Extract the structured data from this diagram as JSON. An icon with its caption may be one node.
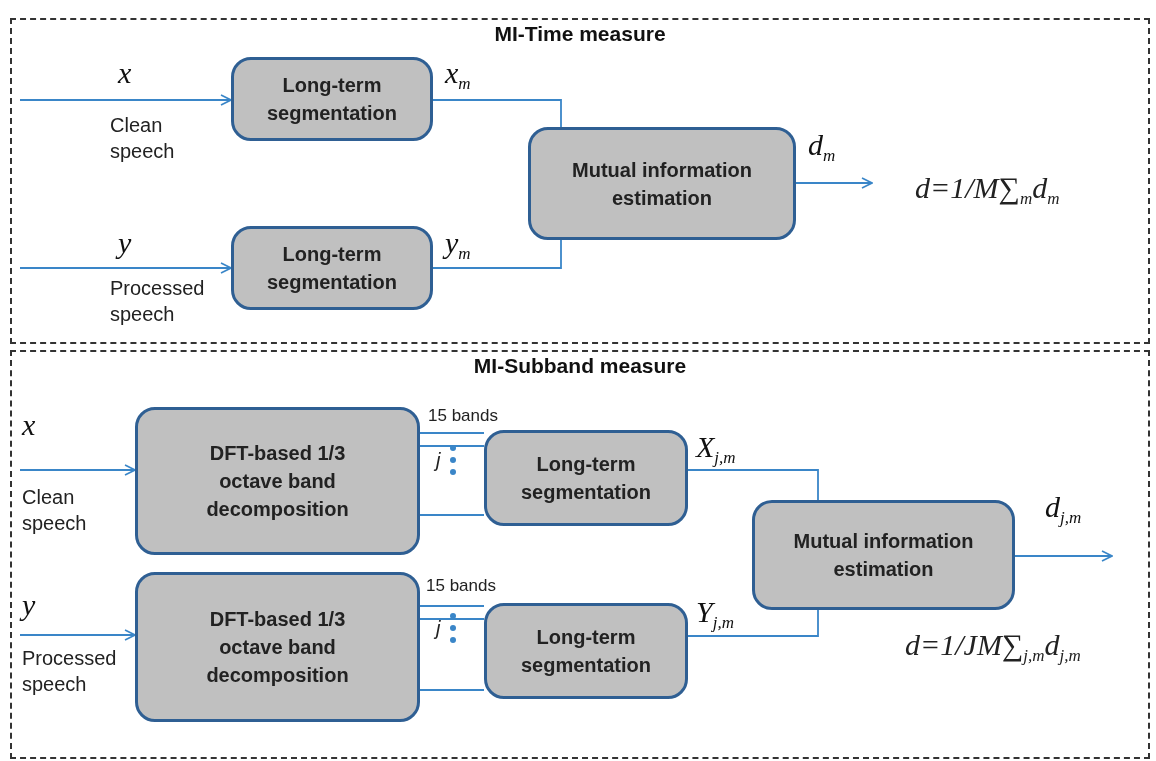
{
  "diagram": {
    "nodes": [
      {
        "text": [
          "MI-Time measure"
        ]
      },
      {
        "text": [
          "Long-term segmentation"
        ],
        "in": 0
      },
      {
        "text": [
          "Long-term segmentation"
        ],
        "in": 0
      },
      {
        "text": [
          "Mutual information estimation"
        ],
        "in": 0
      },
      {
        "text": [
          "MI-Subband measure"
        ]
      },
      {
        "text": [
          "DFT-based 1/3 octave band decomposition"
        ],
        "in": 4
      },
      {
        "text": [
          "Long-term segmentation"
        ],
        "in": 4
      },
      {
        "text": [
          "DFT-based 1/3 octave band decomposition"
        ],
        "in": 4
      },
      {
        "text": [
          "Long-term segmentation"
        ],
        "in": 4
      },
      {
        "text": [
          "Mutual information estimation"
        ],
        "in": 4
      }
    ],
    "edges": [
      {
        "from": null,
        "to": 1,
        "arrow": "to",
        "label": "x"
      },
      {
        "from": null,
        "to": 2,
        "arrow": "to",
        "label": "y"
      },
      {
        "from": 1,
        "to": 3,
        "arrow": "none",
        "label": "x$_{m}$"
      },
      {
        "from": 2,
        "to": 3,
        "arrow": "none",
        "label": "y$_{m}$"
      },
      {
        "from": 3,
        "to": null,
        "arrow": "to",
        "label": "d$_{m}$"
      },
      {
        "from": null,
        "to": 5,
        "arrow": "to",
        "label": "x"
      },
      {
        "from": null,
        "to": 7,
        "arrow": "to",
        "label": "y"
      },
      {
        "from": 5,
        "to": 6,
        "arrow": "none"
      },
      {
        "from": 5,
        "to": 6,
        "arrow": "none"
      },
      {
        "from": 5,
        "to": 6,
        "arrow": "none"
      },
      {
        "from": 7,
        "to": 8,
        "arrow": "none"
      },
      {
        "from": 7,
        "to": 8,
        "arrow": "none"
      },
      {
        "from": 7,
        "to": 8,
        "arrow": "none"
      },
      {
        "from": 6,
        "to": 9,
        "arrow": "none",
        "label": "X$_{j,m}$"
      },
      {
        "from": 8,
        "to": 9,
        "arrow": "none",
        "label": "Y$_{j,m}$"
      },
      {
        "from": 9,
        "to": null,
        "arrow": "to",
        "label": "d$_{j,m}$"
      }
    ],
    "labels": [
      "Clean speech",
      "Processed speech",
      "d=1/M∑$_{m}$d$_{m}$",
      "15 bands",
      "j",
      "Clean speech",
      "15 bands",
      "j",
      "d=1/JM∑$_{j,m}$d$_{j,m}$",
      "Processed speech"
    ]
  }
}
